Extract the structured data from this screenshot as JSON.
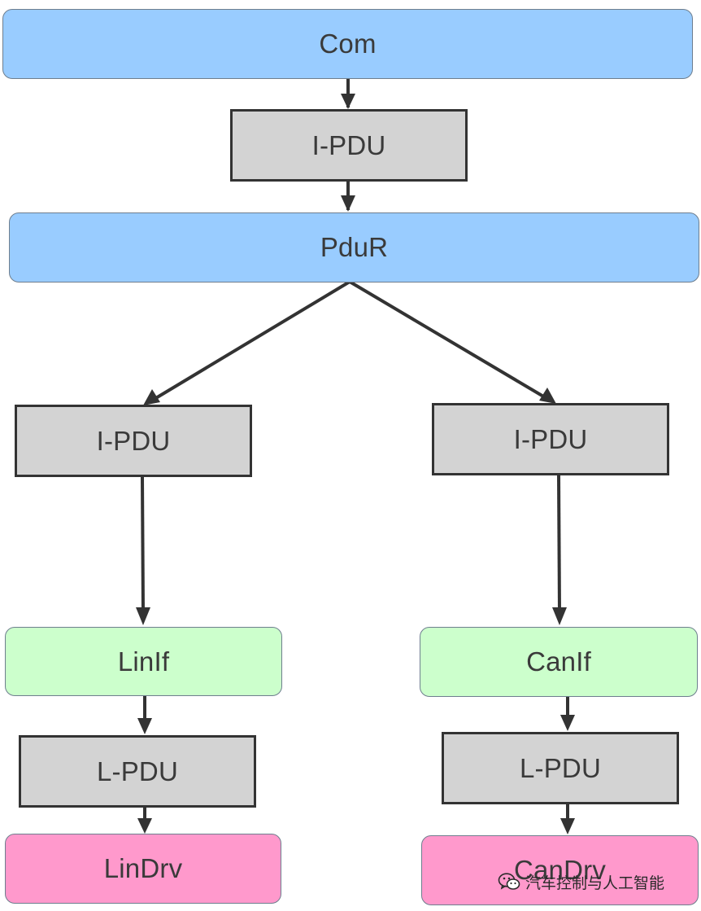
{
  "colors": {
    "module_blue": "#99ccff",
    "module_green": "#ccffcc",
    "module_pink": "#ff99cc",
    "pdu_gray": "#d3d3d3",
    "arrow": "#333333"
  },
  "nodes": {
    "com": {
      "label": "Com"
    },
    "ipdu_top": {
      "label": "I-PDU"
    },
    "pdur": {
      "label": "PduR"
    },
    "ipdu_left": {
      "label": "I-PDU"
    },
    "ipdu_right": {
      "label": "I-PDU"
    },
    "linif": {
      "label": "LinIf"
    },
    "canif": {
      "label": "CanIf"
    },
    "lpdu_left": {
      "label": "L-PDU"
    },
    "lpdu_right": {
      "label": "L-PDU"
    },
    "lindrv": {
      "label": "LinDrv"
    },
    "candrv": {
      "label": "CanDrv"
    }
  },
  "watermark": {
    "icon": "wechat-icon",
    "text": "汽车控制与人工智能"
  }
}
